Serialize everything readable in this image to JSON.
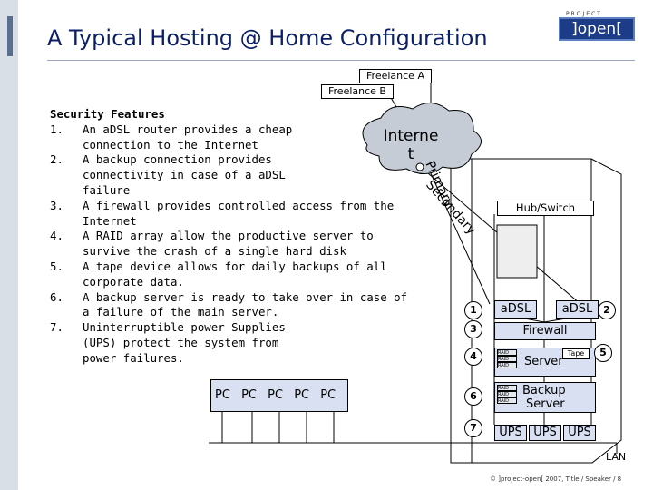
{
  "title": "A Typical Hosting @ Home Configuration",
  "logo": {
    "small": "PROJECT",
    "main": "]open["
  },
  "freelancers": [
    "Freelance A",
    "Freelance B"
  ],
  "internet": {
    "line1": "Interne",
    "line2": "t"
  },
  "links": {
    "primary": "Primary",
    "secondary": "Secondary"
  },
  "features": {
    "header": "Security Features",
    "items": [
      {
        "num": "1.",
        "text": "An aDSL router provides a cheap connection to the Internet"
      },
      {
        "num": "2.",
        "text": "A backup connection provides connectivity in case of a aDSL failure"
      },
      {
        "num": "3.",
        "text": "A firewall provides controlled access from the Internet"
      },
      {
        "num": "4.",
        "text": "A RAID array allow the productive server to survive the crash of a single hard disk"
      },
      {
        "num": "5.",
        "text": "A tape device allows for daily backups of all corporate data."
      },
      {
        "num": "6.",
        "text": "A backup server is ready to take over in case of a failure of the main server."
      },
      {
        "num": "7.",
        "text": "Uninterruptible power Supplies (UPS) protect the system from power failures."
      }
    ]
  },
  "hub": "Hub/Switch",
  "adsl1": "aDSL",
  "adsl2": "aDSL",
  "firewall": "Firewall",
  "server": "Server",
  "tape": "Tape",
  "backup": {
    "line1": "Backup",
    "line2": "Server"
  },
  "ups": [
    "UPS",
    "UPS",
    "UPS"
  ],
  "raid_label": "RAID",
  "pcs": [
    "PC",
    "PC",
    "PC",
    "PC",
    "PC"
  ],
  "circles": [
    "1",
    "2",
    "3",
    "4",
    "5",
    "6",
    "7"
  ],
  "lan": "LAN",
  "footer": "© ]project-open[ 2007, Title / Speaker / 8"
}
